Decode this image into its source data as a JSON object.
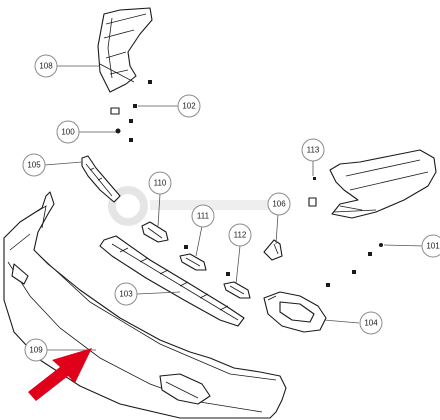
{
  "diagram": {
    "callouts": [
      {
        "id": "c108",
        "label": "108"
      },
      {
        "id": "c102",
        "label": "102"
      },
      {
        "id": "c100",
        "label": "100"
      },
      {
        "id": "c105",
        "label": "105"
      },
      {
        "id": "c113",
        "label": "113"
      },
      {
        "id": "c110",
        "label": "110"
      },
      {
        "id": "c111",
        "label": "111"
      },
      {
        "id": "c106",
        "label": "106"
      },
      {
        "id": "c112",
        "label": "112"
      },
      {
        "id": "c101",
        "label": "101"
      },
      {
        "id": "c103",
        "label": "103"
      },
      {
        "id": "c104",
        "label": "104"
      },
      {
        "id": "c109",
        "label": "109"
      }
    ],
    "arrow_color": "#e0001a",
    "line_color": "#1a1a1a"
  }
}
